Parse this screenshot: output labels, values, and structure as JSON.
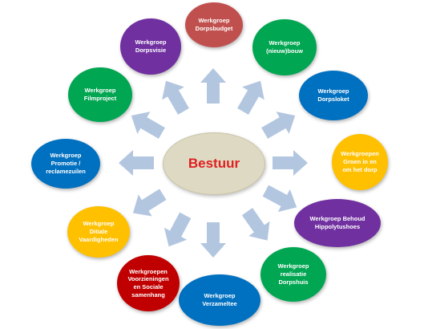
{
  "center": {
    "label": "Bestuur",
    "color": "#e02020",
    "fill": "#ddd9c3"
  },
  "arrow_color": "#b3c6e0",
  "nodes": [
    {
      "id": "dorpsbudget",
      "label": "Werkgroep\nDorpsbudget",
      "color": "#c0504d"
    },
    {
      "id": "nieuwbouw",
      "label": "Werkgroep\n(nieuw)bouw",
      "color": "#00a651"
    },
    {
      "id": "dorpsloket",
      "label": "Werkgroep\nDorpsloket",
      "color": "#0070c0"
    },
    {
      "id": "groen",
      "label": "Werkgroepen\nGroen in en\nom het dorp",
      "color": "#ffc000"
    },
    {
      "id": "hippolytushoes",
      "label": "Werkgroep Behoud\nHippolytushoes",
      "color": "#7030a0"
    },
    {
      "id": "dorpshuis",
      "label": "Werkgroep\nrealisatie\nDorpshuis",
      "color": "#00a651"
    },
    {
      "id": "verzameltee",
      "label": "Werkgroep\nVerzameltee",
      "color": "#0070c0"
    },
    {
      "id": "voorzieningen",
      "label": "Werkgroepen\nVoorzieningen\nen Sociale\nsamenhang",
      "color": "#c00000"
    },
    {
      "id": "digitale",
      "label": "Werkgroep\nDitiale\nVaardigheden",
      "color": "#ffc000"
    },
    {
      "id": "promotie",
      "label": "Werkgroep\nPromotie /\nreclamezuilen",
      "color": "#0070c0"
    },
    {
      "id": "filmproject",
      "label": "Werkgroep\nFilmproject",
      "color": "#00a651"
    },
    {
      "id": "dorpsvisie",
      "label": "Werkgroep\nDorpsvisie",
      "color": "#7030a0"
    }
  ]
}
